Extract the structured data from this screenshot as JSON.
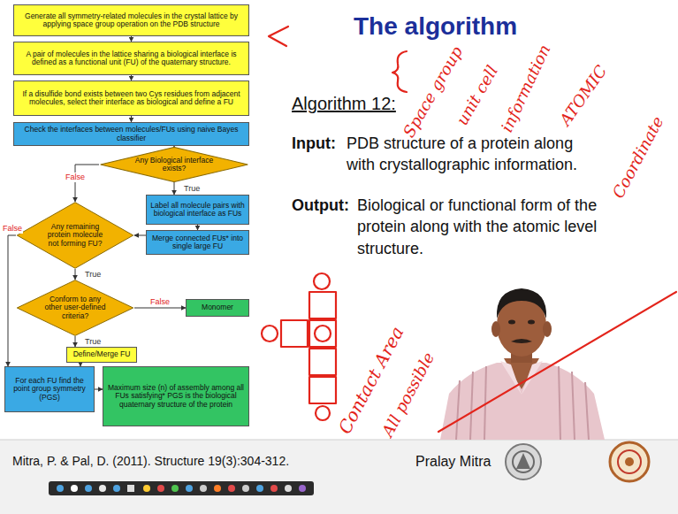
{
  "diagram": {
    "title": "The algorithm",
    "nodes": [
      {
        "text": [
          "Generate all symmetry-related molecules in the crystal lattice by applying space group operation on the PDB structure"
        ]
      },
      {
        "text": [
          "A pair of molecules in the lattice sharing a biological interface is defined as a functional unit (FU) of the quaternary structure."
        ]
      },
      {
        "text": [
          "If a disulfide bond exists between two Cys residues from adjacent molecules, select their interface as biological and define a FU"
        ]
      },
      {
        "text": [
          "Check the interfaces between molecules/FUs using naive Bayes classifier"
        ]
      },
      {
        "text": [
          "Any Biological interface exists?"
        ]
      },
      {
        "text": [
          "Any remaining protein molecule not forming FU?"
        ]
      },
      {
        "text": [
          "Label all molecule pairs with biological interface as FUs"
        ]
      },
      {
        "text": [
          "Merge connected FUs* into single large FU"
        ]
      },
      {
        "text": [
          "Conform to any other user-defined criteria?"
        ]
      },
      {
        "text": [
          "Monomer"
        ]
      },
      {
        "text": [
          "Define/Merge FU"
        ]
      },
      {
        "text": [
          "For each FU find the point group symmetry (PGS)"
        ]
      },
      {
        "text": [
          "Maximum size (n) of assembly among all FUs satisfying* PGS is the biological quaternary structure of the protein"
        ]
      }
    ],
    "edges": [
      {
        "from": 0,
        "to": 1,
        "arrow": "to"
      },
      {
        "from": 1,
        "to": 2,
        "arrow": "to"
      },
      {
        "from": 2,
        "to": 3,
        "arrow": "to"
      },
      {
        "from": 3,
        "to": 4,
        "arrow": "to"
      },
      {
        "from": 4,
        "to": 5,
        "label": "False",
        "arrow": "to"
      },
      {
        "from": 4,
        "to": 6,
        "label": "True",
        "arrow": "to"
      },
      {
        "from": 6,
        "to": 7,
        "arrow": "to"
      },
      {
        "from": 7,
        "to": 5,
        "arrow": "to"
      },
      {
        "from": 5,
        "to": 8,
        "label": "True",
        "arrow": "to"
      },
      {
        "from": 5,
        "to": 11,
        "label": "False",
        "arrow": "to"
      },
      {
        "from": 8,
        "to": 9,
        "label": "False",
        "arrow": "to"
      },
      {
        "from": 8,
        "to": 10,
        "label": "True",
        "arrow": "to"
      },
      {
        "from": 10,
        "to": 11,
        "arrow": "to"
      },
      {
        "from": 11,
        "to": 12,
        "arrow": "to"
      }
    ],
    "labels": [
      "Algorithm 12:",
      "Input:",
      "PDB structure of a protein along with crystallographic information.",
      "Output:",
      "Biological or functional form of the protein along with the atomic level structure.",
      "Space group",
      "unit cell",
      "information",
      "ATOMIC",
      "Coordinate",
      "Contact Area",
      "All possible",
      "Mitra, P. & Pal, D. (2011). Structure 19(3):304-312.",
      "Pralay Mitra"
    ]
  }
}
